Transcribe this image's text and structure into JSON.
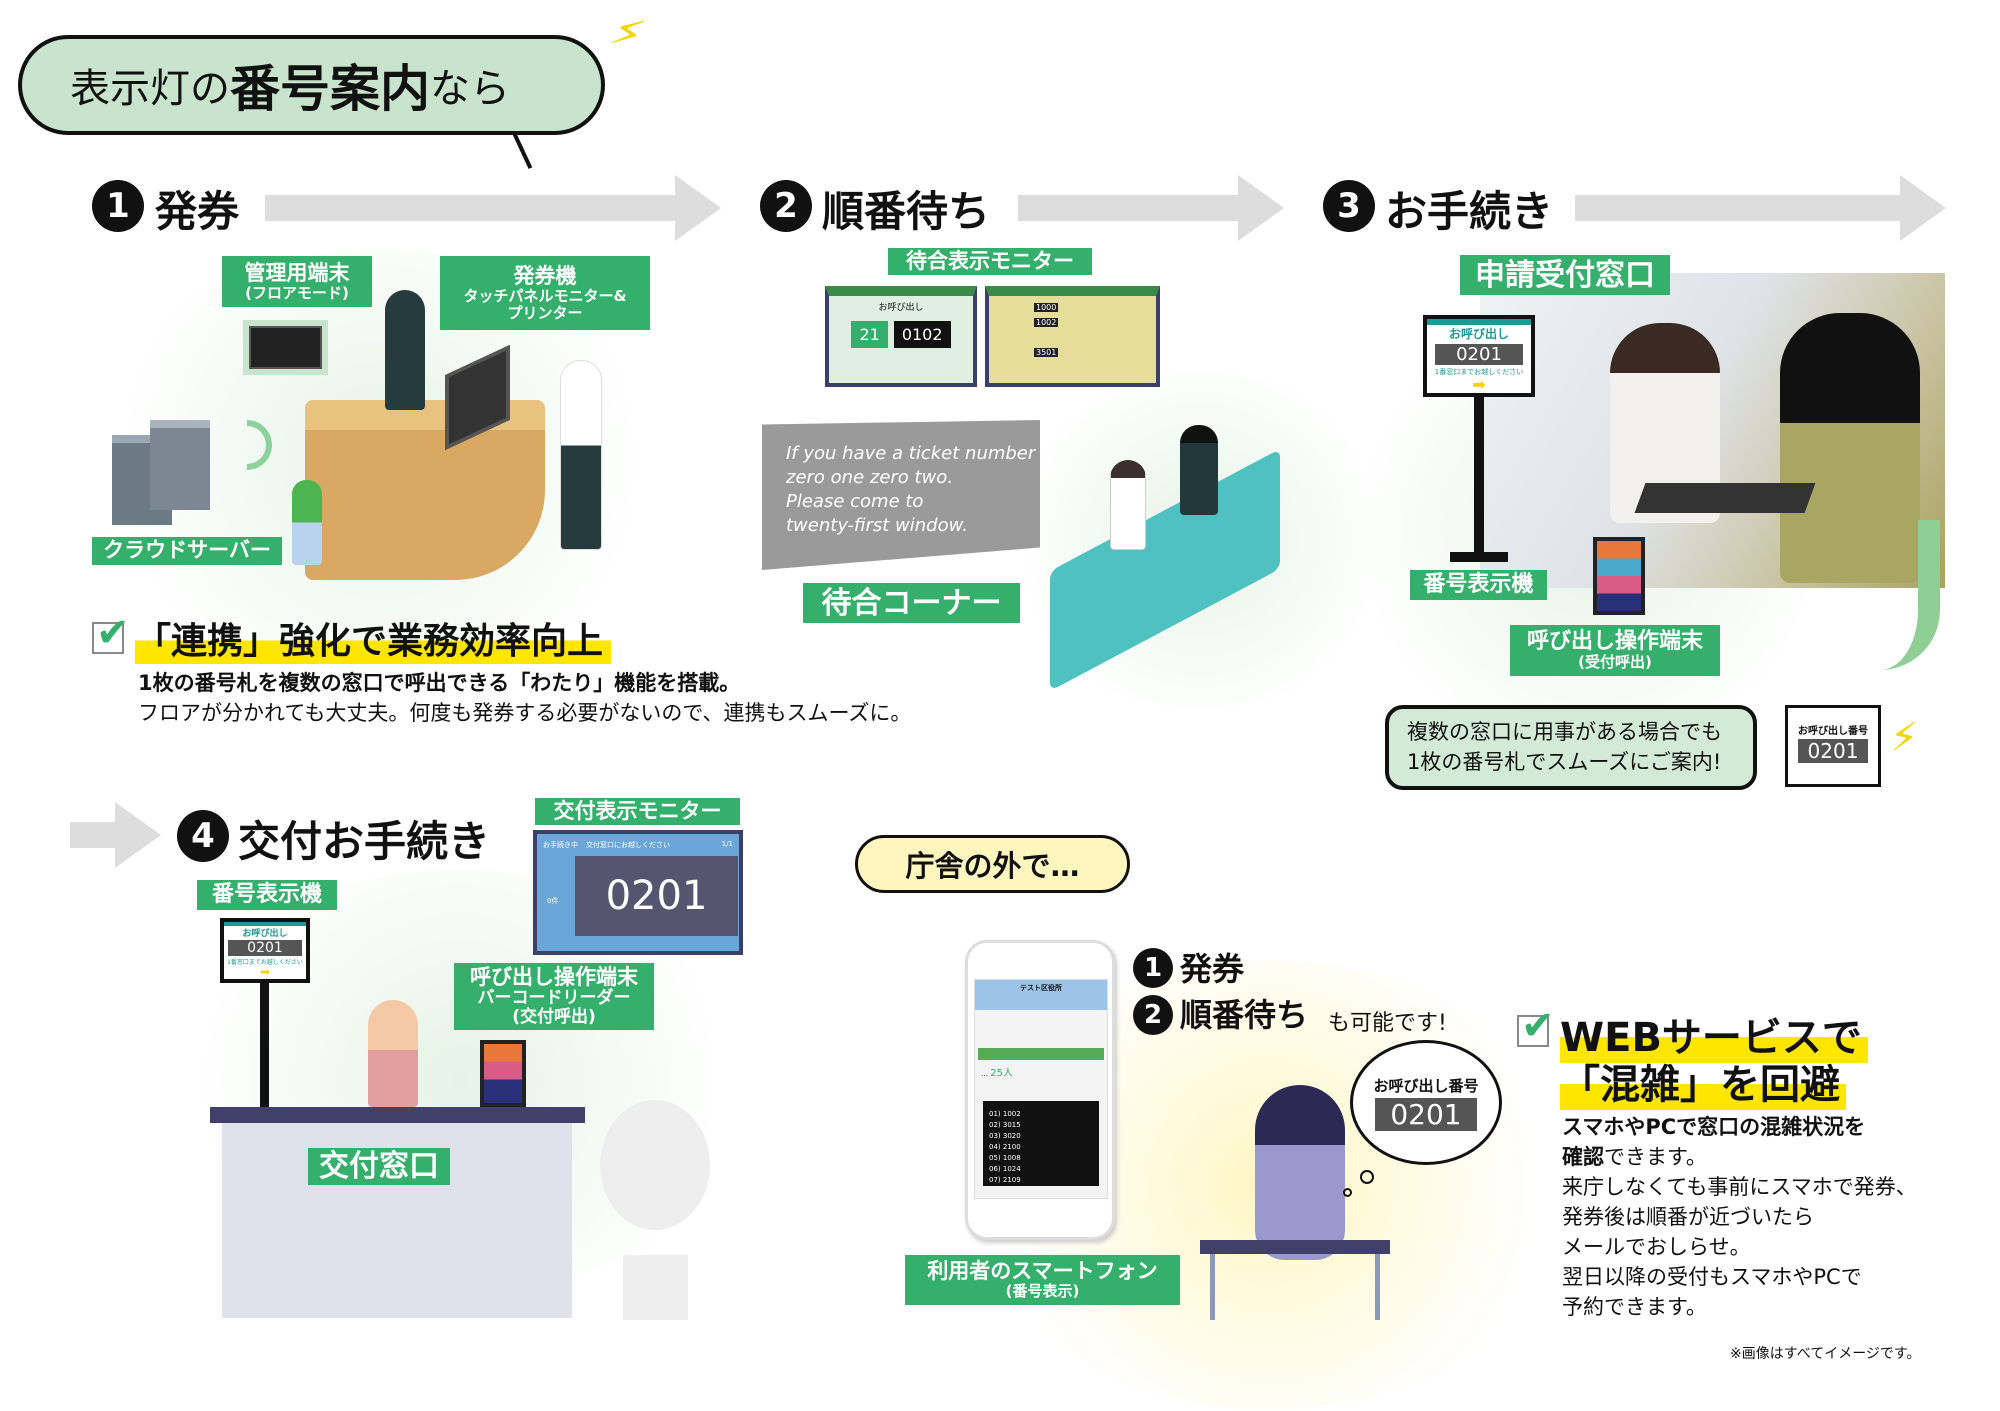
{
  "title": {
    "pre": "表示灯の",
    "bold": "番号案内",
    "post": "なら"
  },
  "steps": [
    {
      "num": "1",
      "label": "発券"
    },
    {
      "num": "2",
      "label": "順番待ち"
    },
    {
      "num": "3",
      "label": "お手続き"
    },
    {
      "num": "4",
      "label": "交付お手続き"
    }
  ],
  "step1": {
    "admin_label": "管理用端末",
    "admin_sub": "(フロアモード)",
    "kiosk_label": "発券機",
    "kiosk_sub1": "タッチパネルモニター&",
    "kiosk_sub2": "プリンター",
    "server_label": "クラウドサーバー"
  },
  "feature1": {
    "heading": "「連携」強化で業務効率向上",
    "line1": "1枚の番号札を複数の窓口で呼出できる「わたり」機能を搭載。",
    "line2": "フロアが分かれても大丈夫。何度も発券する必要がないので、連携もスムーズに。"
  },
  "step2": {
    "monitor_label": "待合表示モニター",
    "monitor_call": "お呼び出し",
    "monitor_window": "21",
    "monitor_number": "0102",
    "announce": [
      "If you have a ticket number",
      "zero one zero two.",
      "Please come to",
      "twenty-first window."
    ],
    "corner_label": "待合コーナー",
    "table_nums": [
      "1000",
      "1002",
      "3501"
    ]
  },
  "step3": {
    "counter_label": "申請受付窓口",
    "display_label": "番号表示機",
    "terminal_label": "呼び出し操作端末",
    "terminal_sub": "(受付呼出)",
    "bubble_line1": "複数の窓口に用事がある場合でも",
    "bubble_line2": "1枚の番号札でスムーズにご案内!",
    "card_title": "お呼び出し番号",
    "card_number": "0201"
  },
  "sign": {
    "title": "お呼び出し",
    "number": "0201",
    "sub": "1番窓口までお越しください"
  },
  "step4": {
    "monitor_label": "交付表示モニター",
    "monitor_status": "お手続き中",
    "monitor_msg": "交付窓口にお越しください",
    "monitor_page": "1/1",
    "monitor_count": "0件",
    "monitor_number": "0201",
    "display_label": "番号表示機",
    "terminal_label": "呼び出し操作端末",
    "terminal_sub1": "バーコードリーダー",
    "terminal_sub2": "(交付呼出)",
    "counter_label": "交付窓口"
  },
  "outside": {
    "bubble": "庁舎の外で…",
    "step1": "発券",
    "step2": "順番待ち",
    "suffix": "も可能です!",
    "phone_label": "利用者のスマートフォン",
    "phone_sub": "(番号表示)",
    "phone_title": "テスト区役所",
    "phone_count": "25人",
    "phone_list": [
      "01) 1002",
      "02) 3015",
      "03) 3020",
      "04) 2100",
      "05) 1008",
      "06) 1024",
      "07) 2109"
    ],
    "thought_title": "お呼び出し番号",
    "thought_number": "0201"
  },
  "web": {
    "heading1": "WEBサービスで",
    "heading2": "「混雑」を回避",
    "lines_bold": [
      "スマホやPCで窓口の混雑状況を",
      "確認"
    ],
    "line2_rest": "できます。",
    "lines": [
      "来庁しなくても事前にスマホで発券、",
      "発券後は順番が近づいたら",
      "メールでおしらせ。",
      "翌日以降の受付もスマホやPCで",
      "予約できます。"
    ],
    "footnote": "※画像はすべてイメージです。"
  },
  "colors": {
    "green": "#35b06c",
    "yellow": "#ffe600",
    "bubble": "#d3ead6"
  }
}
